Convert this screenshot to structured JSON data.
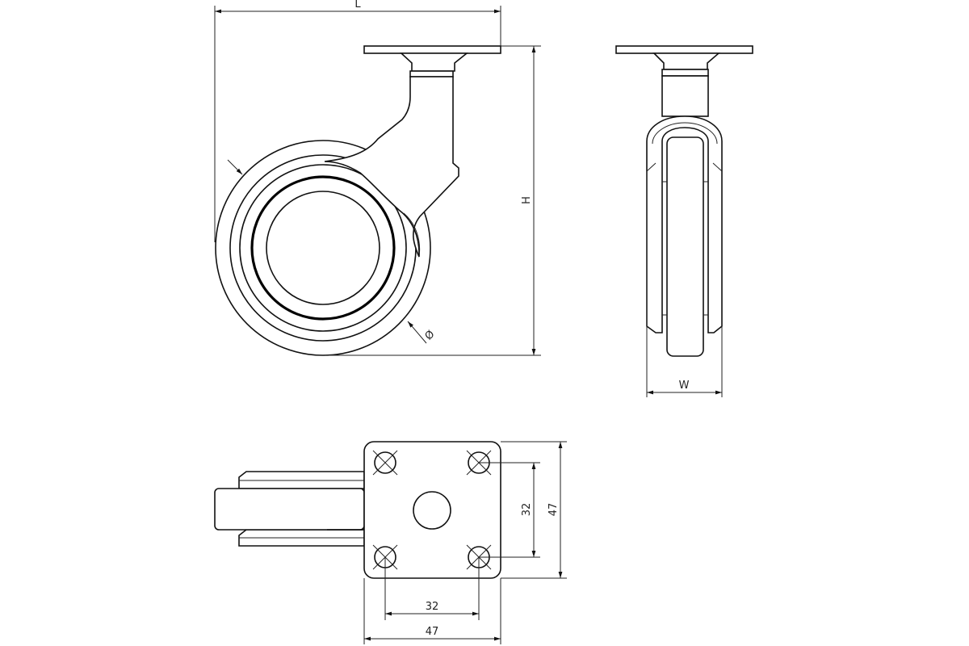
{
  "labels": {
    "length": "L",
    "height": "H",
    "width": "W",
    "diameter": "Ø",
    "plate_width": "47",
    "plate_height": "47",
    "hole_spacing_x": "32",
    "hole_spacing_y": "32"
  },
  "colors": {
    "line": "#111111",
    "background": "#ffffff"
  }
}
